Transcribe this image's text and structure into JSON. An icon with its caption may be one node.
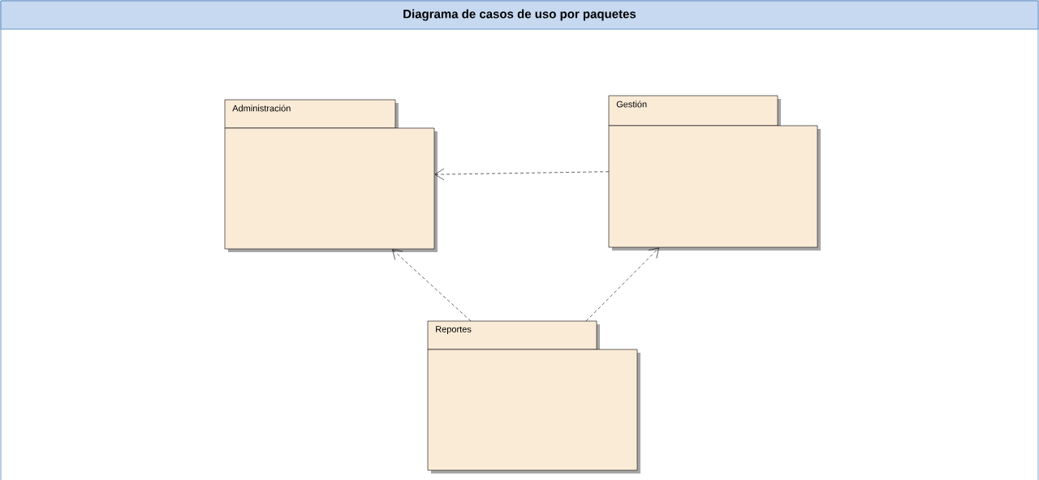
{
  "diagram": {
    "title": "Diagrama de casos de uso por paquetes",
    "nodes": [
      {
        "text": [
          "Administración"
        ]
      },
      {
        "text": [
          "Gestión"
        ]
      },
      {
        "text": [
          "Reportes"
        ]
      }
    ],
    "edges": [
      {
        "from": 1,
        "to": 0,
        "arrow": "to",
        "style": "dashed"
      },
      {
        "from": 2,
        "to": 0,
        "arrow": "to",
        "style": "dashed"
      },
      {
        "from": 2,
        "to": 1,
        "arrow": "to",
        "style": "dashed"
      }
    ]
  }
}
